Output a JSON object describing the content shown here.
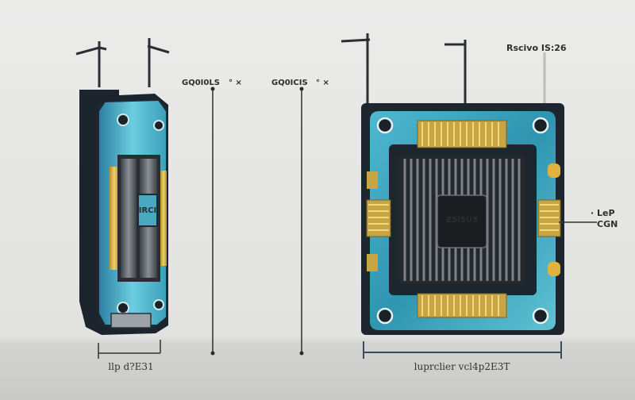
{
  "labels": {
    "top_right": "Rscivo IS:26",
    "dim_a": "GQ0I0LS",
    "dim_a_mark": "° ×",
    "dim_b": "GQ0ICIS",
    "dim_b_mark": "° ×",
    "side_callout_line1": "· LeP",
    "side_callout_line2": "CGN",
    "side_view_caption": "llp d?E31",
    "top_view_caption": "luprclier vcl4p2E3T",
    "die_marking": "Z5I5U5",
    "side_chip_marking": "IRCI"
  },
  "colors": {
    "background": "#e6e6e4",
    "floor": "#cfcfcd",
    "substrate": "#3a9fb8",
    "substrate_light": "#6cc6d8",
    "frame": "#1f2a33",
    "gold": "#d9b24a",
    "die": "#2a2d31",
    "fins": "#5a5e63"
  }
}
